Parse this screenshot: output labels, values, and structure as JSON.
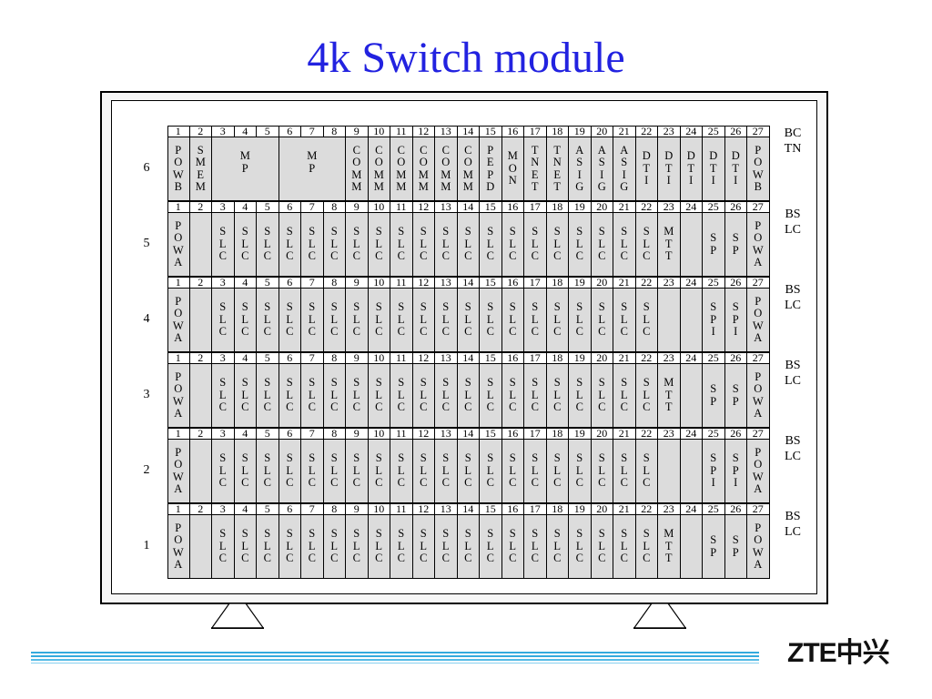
{
  "title": "4k Switch module",
  "logo": "ZTE中兴",
  "colors": {
    "title": "#2222e0",
    "slot_bg": "#dcdcdc",
    "stripe": "#33aadd"
  },
  "rows": [
    {
      "label": "6",
      "side": "BCTN",
      "slots": [
        {
          "n": "1",
          "t": "POWB"
        },
        {
          "n": "2",
          "t": "SMEM"
        },
        {
          "n": "3",
          "t": "MP",
          "span": 3
        },
        {
          "n": "4"
        },
        {
          "n": "5"
        },
        {
          "n": "6",
          "t": "MP",
          "span": 3
        },
        {
          "n": "7"
        },
        {
          "n": "8"
        },
        {
          "n": "9",
          "t": "COMM"
        },
        {
          "n": "10",
          "t": "COMM"
        },
        {
          "n": "11",
          "t": "COMM"
        },
        {
          "n": "12",
          "t": "COMM"
        },
        {
          "n": "13",
          "t": "COMM"
        },
        {
          "n": "14",
          "t": "COMM"
        },
        {
          "n": "15",
          "t": "PEPD"
        },
        {
          "n": "16",
          "t": "MON"
        },
        {
          "n": "17",
          "t": "TNET"
        },
        {
          "n": "18",
          "t": "TNET"
        },
        {
          "n": "19",
          "t": "ASIG"
        },
        {
          "n": "20",
          "t": "ASIG"
        },
        {
          "n": "21",
          "t": "ASIG"
        },
        {
          "n": "22",
          "t": "DTI"
        },
        {
          "n": "23",
          "t": "DTI"
        },
        {
          "n": "24",
          "t": "DTI"
        },
        {
          "n": "25",
          "t": "DTI"
        },
        {
          "n": "26",
          "t": "DTI"
        },
        {
          "n": "27",
          "t": "POWB"
        }
      ]
    },
    {
      "label": "5",
      "side": "BSLC",
      "slots": [
        {
          "n": "1",
          "t": "POWA"
        },
        {
          "n": "2",
          "t": ""
        },
        {
          "n": "3",
          "t": "SLC"
        },
        {
          "n": "4",
          "t": "SLC"
        },
        {
          "n": "5",
          "t": "SLC"
        },
        {
          "n": "6",
          "t": "SLC"
        },
        {
          "n": "7",
          "t": "SLC"
        },
        {
          "n": "8",
          "t": "SLC"
        },
        {
          "n": "9",
          "t": "SLC"
        },
        {
          "n": "10",
          "t": "SLC"
        },
        {
          "n": "11",
          "t": "SLC"
        },
        {
          "n": "12",
          "t": "SLC"
        },
        {
          "n": "13",
          "t": "SLC"
        },
        {
          "n": "14",
          "t": "SLC"
        },
        {
          "n": "15",
          "t": "SLC"
        },
        {
          "n": "16",
          "t": "SLC"
        },
        {
          "n": "17",
          "t": "SLC"
        },
        {
          "n": "18",
          "t": "SLC"
        },
        {
          "n": "19",
          "t": "SLC"
        },
        {
          "n": "20",
          "t": "SLC"
        },
        {
          "n": "21",
          "t": "SLC"
        },
        {
          "n": "22",
          "t": "SLC"
        },
        {
          "n": "23",
          "t": "MTT"
        },
        {
          "n": "24",
          "t": ""
        },
        {
          "n": "25",
          "t": "SP"
        },
        {
          "n": "26",
          "t": "SP"
        },
        {
          "n": "27",
          "t": "POWA"
        }
      ]
    },
    {
      "label": "4",
      "side": "BSLC",
      "slots": [
        {
          "n": "1",
          "t": "POWA"
        },
        {
          "n": "2",
          "t": ""
        },
        {
          "n": "3",
          "t": "SLC"
        },
        {
          "n": "4",
          "t": "SLC"
        },
        {
          "n": "5",
          "t": "SLC"
        },
        {
          "n": "6",
          "t": "SLC"
        },
        {
          "n": "7",
          "t": "SLC"
        },
        {
          "n": "8",
          "t": "SLC"
        },
        {
          "n": "9",
          "t": "SLC"
        },
        {
          "n": "10",
          "t": "SLC"
        },
        {
          "n": "11",
          "t": "SLC"
        },
        {
          "n": "12",
          "t": "SLC"
        },
        {
          "n": "13",
          "t": "SLC"
        },
        {
          "n": "14",
          "t": "SLC"
        },
        {
          "n": "15",
          "t": "SLC"
        },
        {
          "n": "16",
          "t": "SLC"
        },
        {
          "n": "17",
          "t": "SLC"
        },
        {
          "n": "18",
          "t": "SLC"
        },
        {
          "n": "19",
          "t": "SLC"
        },
        {
          "n": "20",
          "t": "SLC"
        },
        {
          "n": "21",
          "t": "SLC"
        },
        {
          "n": "22",
          "t": "SLC"
        },
        {
          "n": "23",
          "t": ""
        },
        {
          "n": "24",
          "t": ""
        },
        {
          "n": "25",
          "t": "SPI"
        },
        {
          "n": "26",
          "t": "SPI"
        },
        {
          "n": "27",
          "t": "POWA"
        }
      ]
    },
    {
      "label": "3",
      "side": "BSLC",
      "slots": [
        {
          "n": "1",
          "t": "POWA"
        },
        {
          "n": "2",
          "t": ""
        },
        {
          "n": "3",
          "t": "SLC"
        },
        {
          "n": "4",
          "t": "SLC"
        },
        {
          "n": "5",
          "t": "SLC"
        },
        {
          "n": "6",
          "t": "SLC"
        },
        {
          "n": "7",
          "t": "SLC"
        },
        {
          "n": "8",
          "t": "SLC"
        },
        {
          "n": "9",
          "t": "SLC"
        },
        {
          "n": "10",
          "t": "SLC"
        },
        {
          "n": "11",
          "t": "SLC"
        },
        {
          "n": "12",
          "t": "SLC"
        },
        {
          "n": "13",
          "t": "SLC"
        },
        {
          "n": "14",
          "t": "SLC"
        },
        {
          "n": "15",
          "t": "SLC"
        },
        {
          "n": "16",
          "t": "SLC"
        },
        {
          "n": "17",
          "t": "SLC"
        },
        {
          "n": "18",
          "t": "SLC"
        },
        {
          "n": "19",
          "t": "SLC"
        },
        {
          "n": "20",
          "t": "SLC"
        },
        {
          "n": "21",
          "t": "SLC"
        },
        {
          "n": "22",
          "t": "SLC"
        },
        {
          "n": "23",
          "t": "MTT"
        },
        {
          "n": "24",
          "t": ""
        },
        {
          "n": "25",
          "t": "SP"
        },
        {
          "n": "26",
          "t": "SP"
        },
        {
          "n": "27",
          "t": "POWA"
        }
      ]
    },
    {
      "label": "2",
      "side": "BSLC",
      "slots": [
        {
          "n": "1",
          "t": "POWA"
        },
        {
          "n": "2",
          "t": ""
        },
        {
          "n": "3",
          "t": "SLC"
        },
        {
          "n": "4",
          "t": "SLC"
        },
        {
          "n": "5",
          "t": "SLC"
        },
        {
          "n": "6",
          "t": "SLC"
        },
        {
          "n": "7",
          "t": "SLC"
        },
        {
          "n": "8",
          "t": "SLC"
        },
        {
          "n": "9",
          "t": "SLC"
        },
        {
          "n": "10",
          "t": "SLC"
        },
        {
          "n": "11",
          "t": "SLC"
        },
        {
          "n": "12",
          "t": "SLC"
        },
        {
          "n": "13",
          "t": "SLC"
        },
        {
          "n": "14",
          "t": "SLC"
        },
        {
          "n": "15",
          "t": "SLC"
        },
        {
          "n": "16",
          "t": "SLC"
        },
        {
          "n": "17",
          "t": "SLC"
        },
        {
          "n": "18",
          "t": "SLC"
        },
        {
          "n": "19",
          "t": "SLC"
        },
        {
          "n": "20",
          "t": "SLC"
        },
        {
          "n": "21",
          "t": "SLC"
        },
        {
          "n": "22",
          "t": "SLC"
        },
        {
          "n": "23",
          "t": ""
        },
        {
          "n": "24",
          "t": ""
        },
        {
          "n": "25",
          "t": "SPI"
        },
        {
          "n": "26",
          "t": "SPI"
        },
        {
          "n": "27",
          "t": "POWA"
        }
      ]
    },
    {
      "label": "1",
      "side": "BSLC",
      "slots": [
        {
          "n": "1",
          "t": "POWA"
        },
        {
          "n": "2",
          "t": ""
        },
        {
          "n": "3",
          "t": "SLC"
        },
        {
          "n": "4",
          "t": "SLC"
        },
        {
          "n": "5",
          "t": "SLC"
        },
        {
          "n": "6",
          "t": "SLC"
        },
        {
          "n": "7",
          "t": "SLC"
        },
        {
          "n": "8",
          "t": "SLC"
        },
        {
          "n": "9",
          "t": "SLC"
        },
        {
          "n": "10",
          "t": "SLC"
        },
        {
          "n": "11",
          "t": "SLC"
        },
        {
          "n": "12",
          "t": "SLC"
        },
        {
          "n": "13",
          "t": "SLC"
        },
        {
          "n": "14",
          "t": "SLC"
        },
        {
          "n": "15",
          "t": "SLC"
        },
        {
          "n": "16",
          "t": "SLC"
        },
        {
          "n": "17",
          "t": "SLC"
        },
        {
          "n": "18",
          "t": "SLC"
        },
        {
          "n": "19",
          "t": "SLC"
        },
        {
          "n": "20",
          "t": "SLC"
        },
        {
          "n": "21",
          "t": "SLC"
        },
        {
          "n": "22",
          "t": "SLC"
        },
        {
          "n": "23",
          "t": "MTT"
        },
        {
          "n": "24",
          "t": ""
        },
        {
          "n": "25",
          "t": "SP"
        },
        {
          "n": "26",
          "t": "SP"
        },
        {
          "n": "27",
          "t": "POWA"
        }
      ]
    }
  ]
}
